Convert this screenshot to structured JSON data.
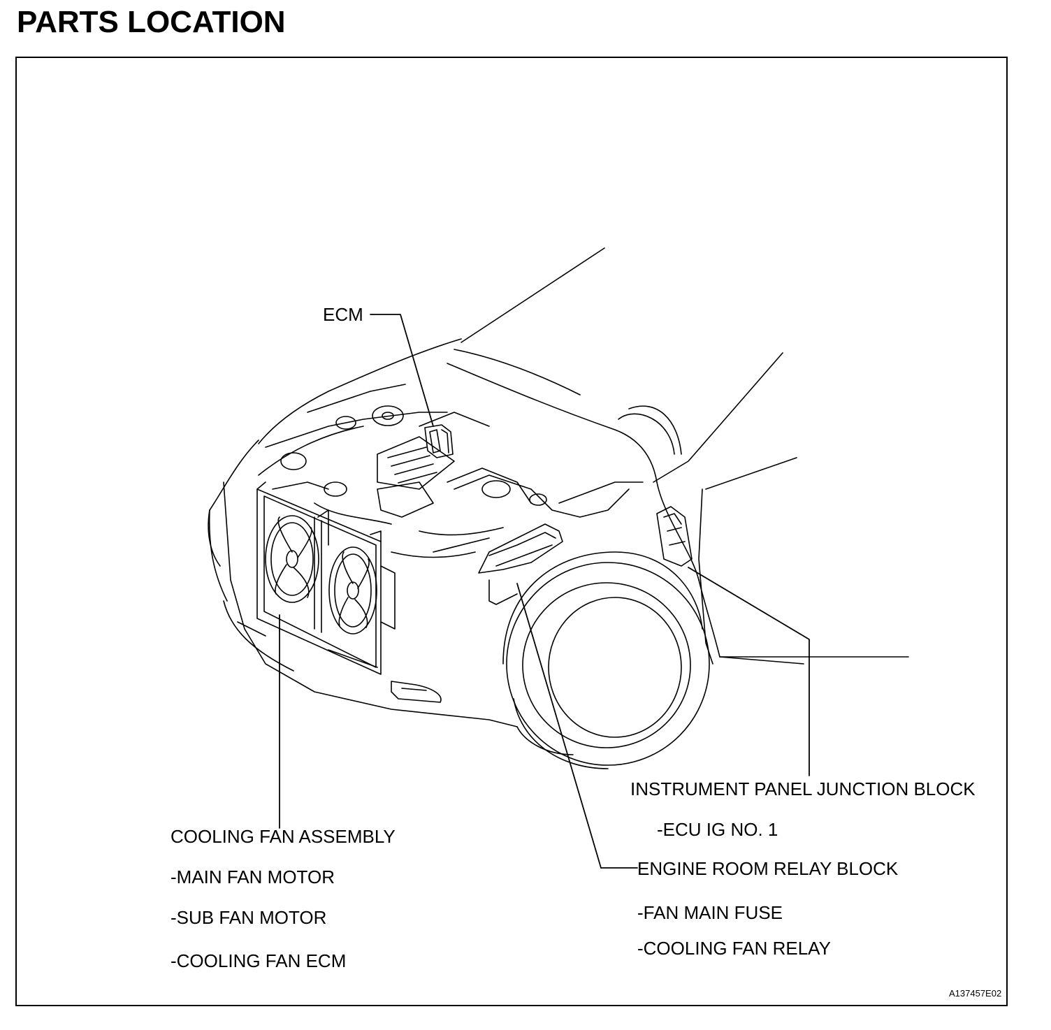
{
  "header": {
    "title": "PARTS LOCATION"
  },
  "labels": {
    "ecm": "ECM",
    "cooling_fan_assembly": "COOLING FAN ASSEMBLY",
    "main_fan_motor": "-MAIN FAN MOTOR",
    "sub_fan_motor": "-SUB FAN MOTOR",
    "cooling_fan_ecm": "-COOLING FAN ECM",
    "instrument_panel_jb": "INSTRUMENT PANEL JUNCTION BLOCK",
    "ecu_ig_no1": "-ECU IG NO. 1",
    "engine_room_relay_block": "ENGINE ROOM RELAY BLOCK",
    "fan_main_fuse": "-FAN MAIN FUSE",
    "cooling_fan_relay": "-COOLING FAN RELAY"
  },
  "figure_code": "A137457E02",
  "colors": {
    "line": "#000000",
    "background": "#ffffff"
  }
}
